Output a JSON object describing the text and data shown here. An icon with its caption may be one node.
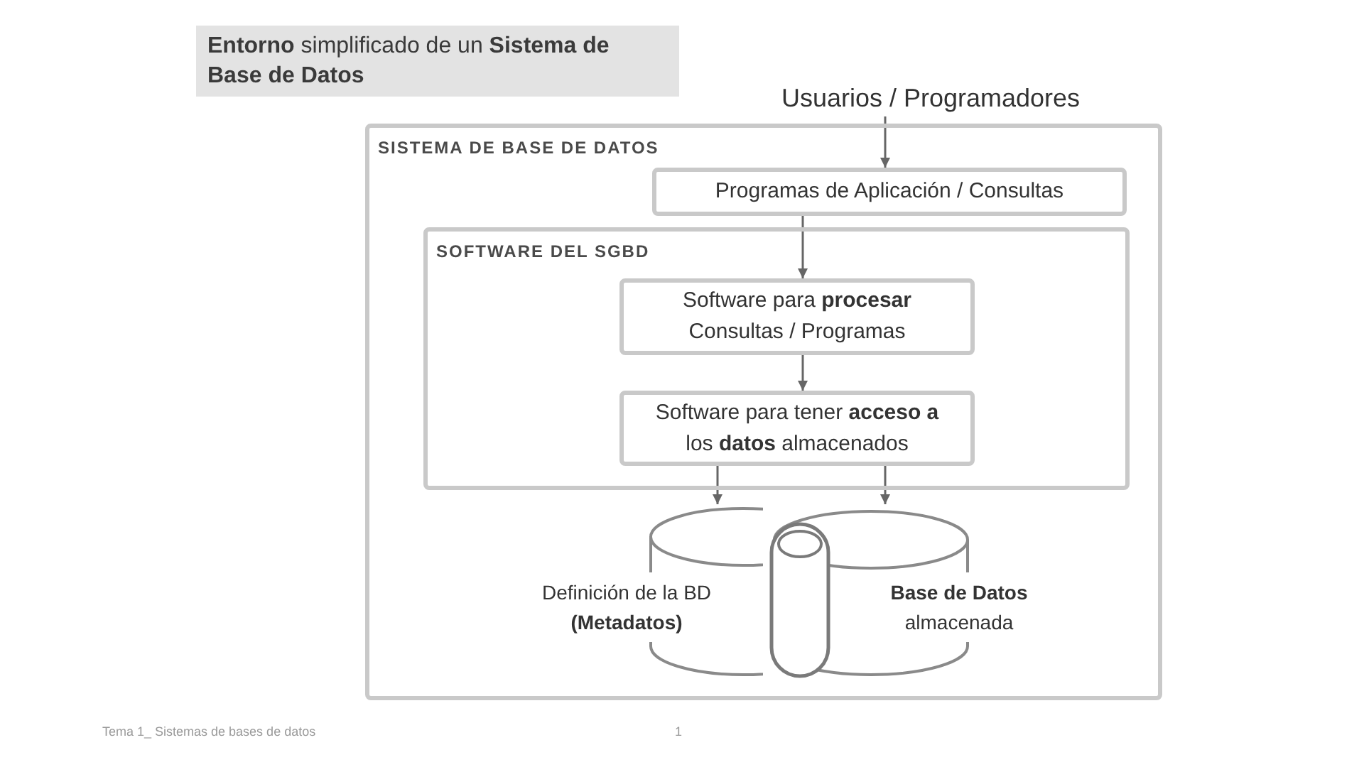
{
  "diagram": {
    "title": "**Entorno** simplificado de un **Sistema de Base de Datos**",
    "nodes": [
      {
        "text": [
          "Usuarios / Programadores"
        ]
      },
      {
        "text": [
          "SISTEMA DE BASE DE DATOS"
        ]
      },
      {
        "text": [
          "Programas de Aplicación / Consultas"
        ],
        "in": 1
      },
      {
        "text": [
          "SOFTWARE DEL SGBD"
        ],
        "in": 1
      },
      {
        "text": [
          "Software para **procesar** Consultas / Programas"
        ],
        "in": 3
      },
      {
        "text": [
          "Software para tener **acceso a** los **datos** almacenados"
        ],
        "in": 3
      },
      {
        "text": [
          "Definición de la BD **(Metadatos)**"
        ],
        "in": 1
      },
      {
        "text": [
          "**Base de Datos** almacenada"
        ],
        "in": 1
      }
    ],
    "edges": [
      {
        "from": 0,
        "to": 2,
        "arrow": "to"
      },
      {
        "from": 2,
        "to": 4,
        "arrow": "to"
      },
      {
        "from": 4,
        "to": 5,
        "arrow": "to"
      },
      {
        "from": 5,
        "to": 6,
        "arrow": "to"
      },
      {
        "from": 5,
        "to": 7,
        "arrow": "to"
      }
    ],
    "labels": [
      "Tema 1_ Sistemas de bases de datos",
      "1"
    ]
  }
}
